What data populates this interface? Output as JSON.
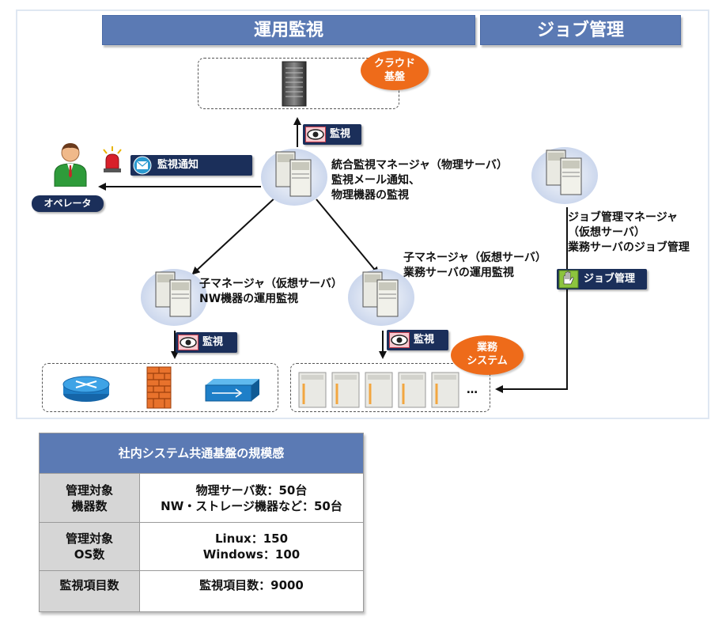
{
  "headers": {
    "ops": "運用監視",
    "jobs": "ジョブ管理"
  },
  "badges": {
    "cloud": [
      "クラウド",
      "基盤"
    ],
    "business": [
      "業務",
      "システム"
    ]
  },
  "tags": {
    "monitor": "監視",
    "notify": "監視通知",
    "job": "ジョブ管理"
  },
  "operator": "オペレータ",
  "manager": {
    "line1": "統合監視マネージャ（物理サーバ）",
    "line2": "監視メール通知、",
    "line3": "物理機器の監視"
  },
  "child_nw": {
    "line1": "子マネージャ（仮想サーバ）",
    "line2": "NW機器の運用監視"
  },
  "child_biz": {
    "line1": "子マネージャ（仮想サーバ）",
    "line2": "業務サーバの運用監視"
  },
  "job_manager": {
    "line1": "ジョブ管理マネージャ",
    "line2": "（仮想サーバ）",
    "line3": "業務サーバのジョブ管理"
  },
  "ellipsis": "…",
  "table": {
    "title": "社内システム共通基盤の規模感",
    "rows": [
      {
        "key": [
          "管理対象",
          "機器数"
        ],
        "val": [
          "物理サーバ数：50台",
          "NW・ストレージ機器など：50台"
        ]
      },
      {
        "key": [
          "管理対象",
          "OS数"
        ],
        "val": [
          "Linux：150",
          "Windows：100"
        ]
      },
      {
        "key": [
          "監視項目数"
        ],
        "val": [
          "監視項目数：9000"
        ]
      }
    ]
  },
  "colors": {
    "header_blue": "#5b7ab4",
    "badge_orange": "#ee6b1a",
    "tag_navy": "#1b2f5a"
  }
}
